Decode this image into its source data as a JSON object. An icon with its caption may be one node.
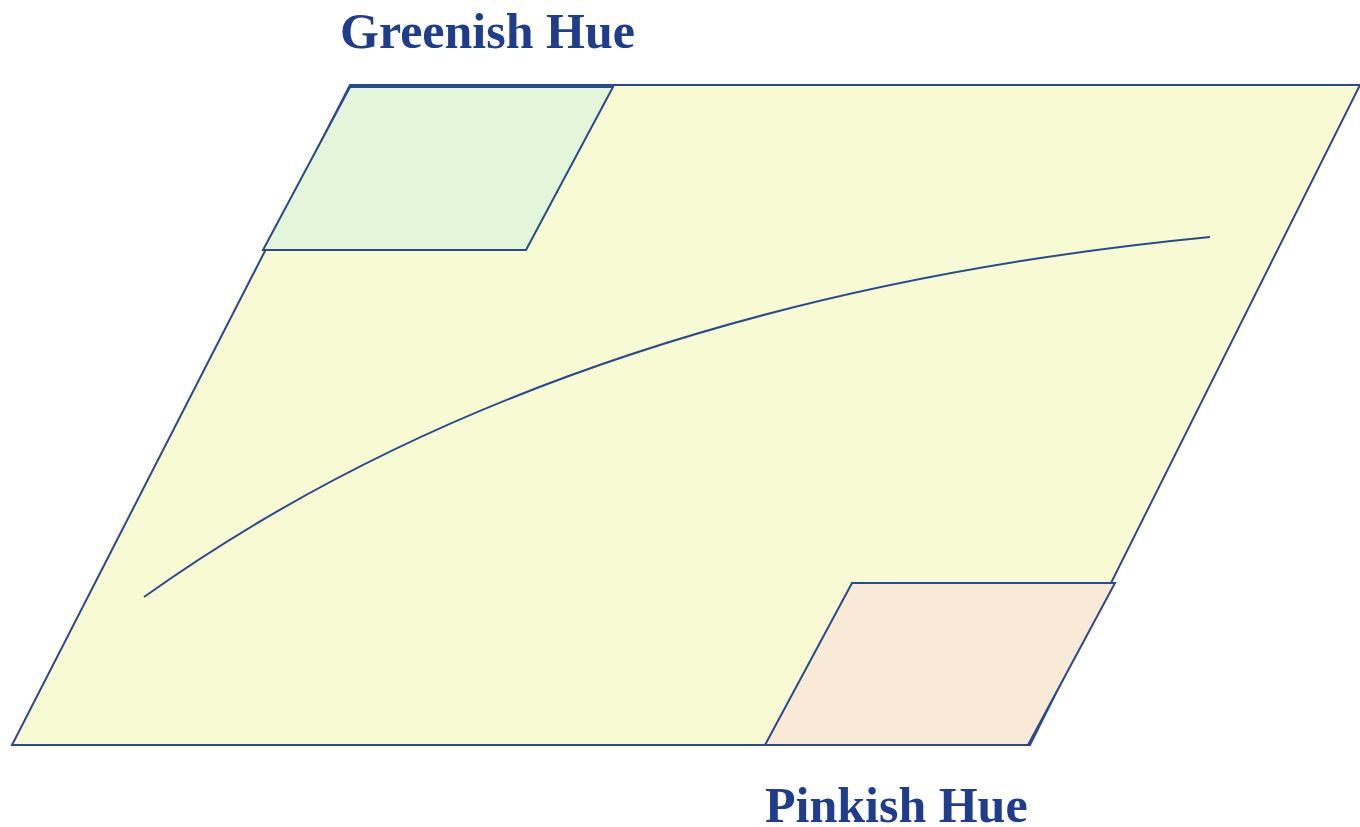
{
  "diagram": {
    "nodes": [
      {
        "text": [],
        "shape": "parallelogram"
      },
      {
        "text": [
          "Greenish Hue"
        ],
        "in": 0
      },
      {
        "text": [
          "Pinkish Hue"
        ],
        "in": 0
      }
    ],
    "edges": []
  }
}
